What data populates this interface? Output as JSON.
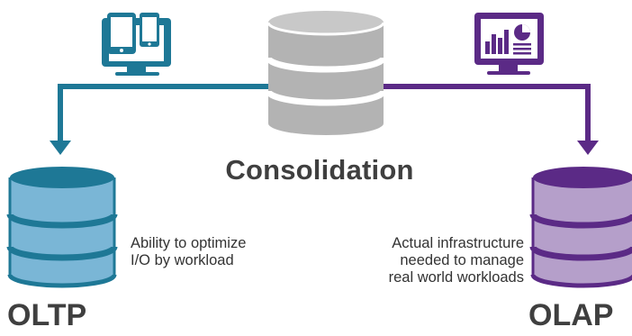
{
  "diagram": {
    "center": {
      "title": "Consolidation",
      "icon": "database-gray"
    },
    "left": {
      "label": "OLTP",
      "description": [
        "Ability to optimize",
        "I/O by workload"
      ],
      "icon": "devices-monitor-icon",
      "color": "#1e7896",
      "db_color": "#7ab6d6"
    },
    "right": {
      "label": "OLAP",
      "description": [
        "Actual infrastructure",
        "needed to manage",
        "real world workloads"
      ],
      "icon": "analytics-monitor-icon",
      "color": "#5b2a86",
      "db_color": "#b59fca"
    },
    "center_db_color": "#b3b3b3"
  }
}
